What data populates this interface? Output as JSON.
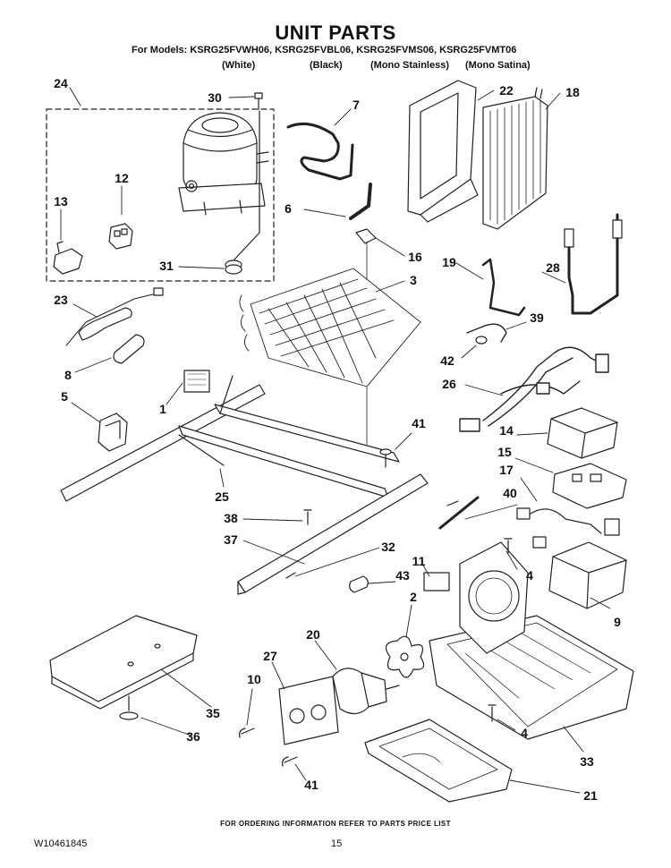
{
  "header": {
    "title": "UNIT PARTS",
    "models": "For Models: KSRG25FVWH06, KSRG25FVBL06, KSRG25FVMS06, KSRG25FVMT06",
    "variants": [
      "(White)",
      "(Black)",
      "(Mono Stainless)",
      "(Mono Satina)"
    ]
  },
  "callouts": [
    "24",
    "30",
    "7",
    "22",
    "18",
    "12",
    "13",
    "6",
    "16",
    "31",
    "3",
    "19",
    "28",
    "23",
    "39",
    "42",
    "8",
    "1",
    "26",
    "5",
    "41",
    "14",
    "15",
    "25",
    "17",
    "40",
    "38",
    "37",
    "32",
    "11",
    "43",
    "4",
    "2",
    "9",
    "20",
    "27",
    "10",
    "35",
    "36",
    "4",
    "33",
    "41",
    "21"
  ],
  "footer": {
    "ordering_note": "FOR ORDERING INFORMATION REFER TO PARTS PRICE LIST",
    "doc_number": "W10461845",
    "page_number": "15"
  }
}
